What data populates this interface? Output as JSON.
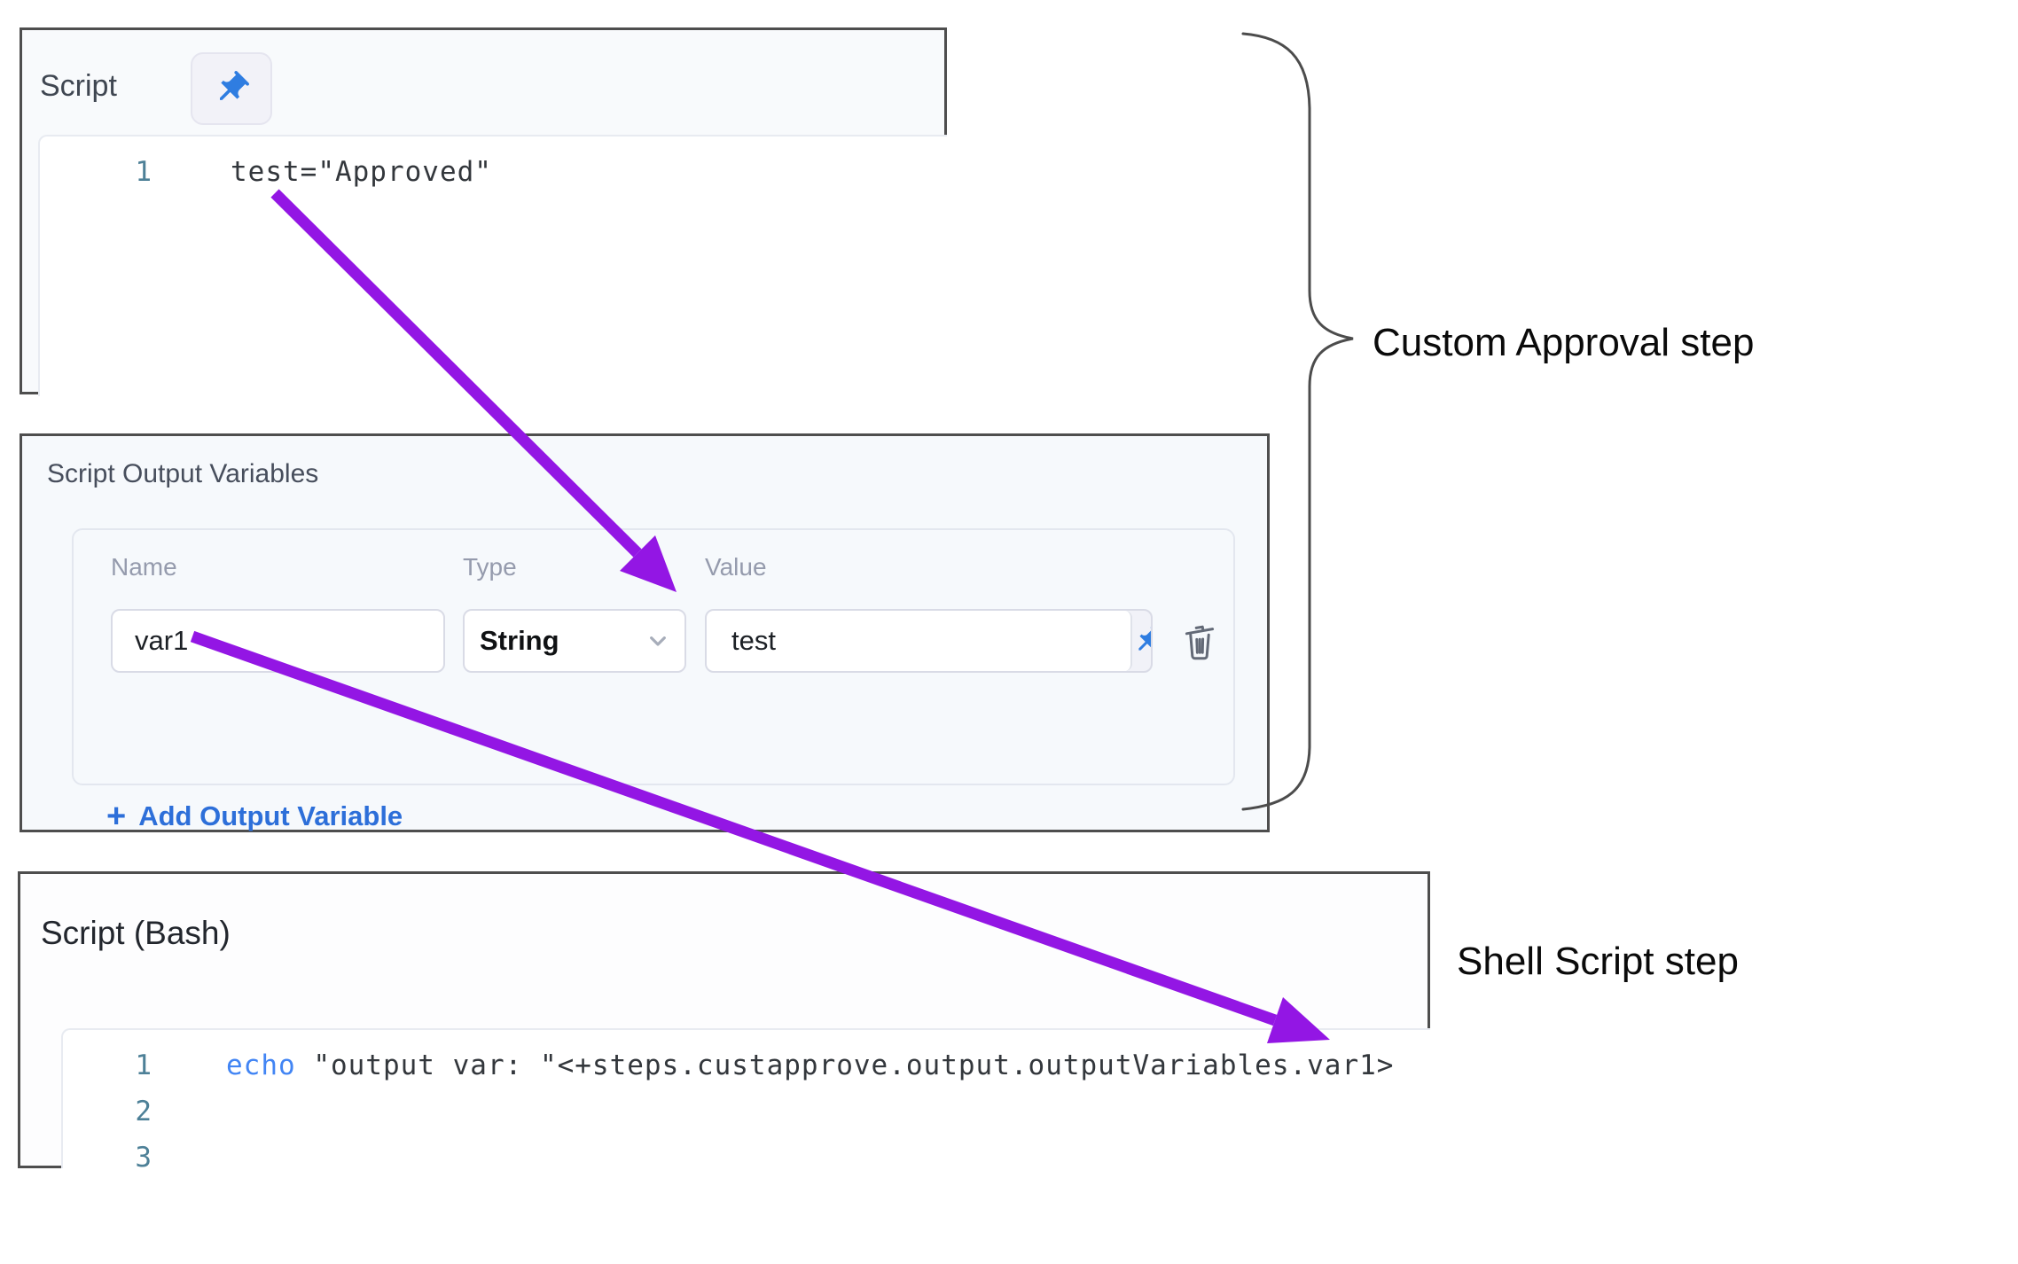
{
  "script_panel": {
    "title": "Script",
    "lines": [
      {
        "num": "1",
        "code": "test=\"Approved\""
      }
    ]
  },
  "output_panel": {
    "title": "Script Output Variables",
    "headers": {
      "name": "Name",
      "type": "Type",
      "value": "Value"
    },
    "row": {
      "name": "var1",
      "type": "String",
      "value": "test"
    },
    "add_button": {
      "plus": "+",
      "label": "Add Output Variable"
    }
  },
  "bash_panel": {
    "title": "Script (Bash)",
    "lines": [
      {
        "num": "1",
        "keyword": "echo",
        "code": " \"output var: \"<+steps.custapprove.output.outputVariables.var1>"
      },
      {
        "num": "2",
        "keyword": "",
        "code": ""
      },
      {
        "num": "3",
        "keyword": "",
        "code": ""
      }
    ]
  },
  "annotations": {
    "custom_approval": "Custom Approval step",
    "shell_script": "Shell Script step"
  },
  "icons": {
    "pin": "pushpin-icon",
    "trash": "trash-icon",
    "chevron": "chevron-down-icon"
  },
  "colors": {
    "accent_blue": "#2F7DE1",
    "link_blue": "#2D6FD9",
    "arrow_purple": "#9316E4",
    "line_number_teal": "#4D8097",
    "keyword_blue": "#4285F4",
    "panel_border": "#4E4E4E"
  }
}
